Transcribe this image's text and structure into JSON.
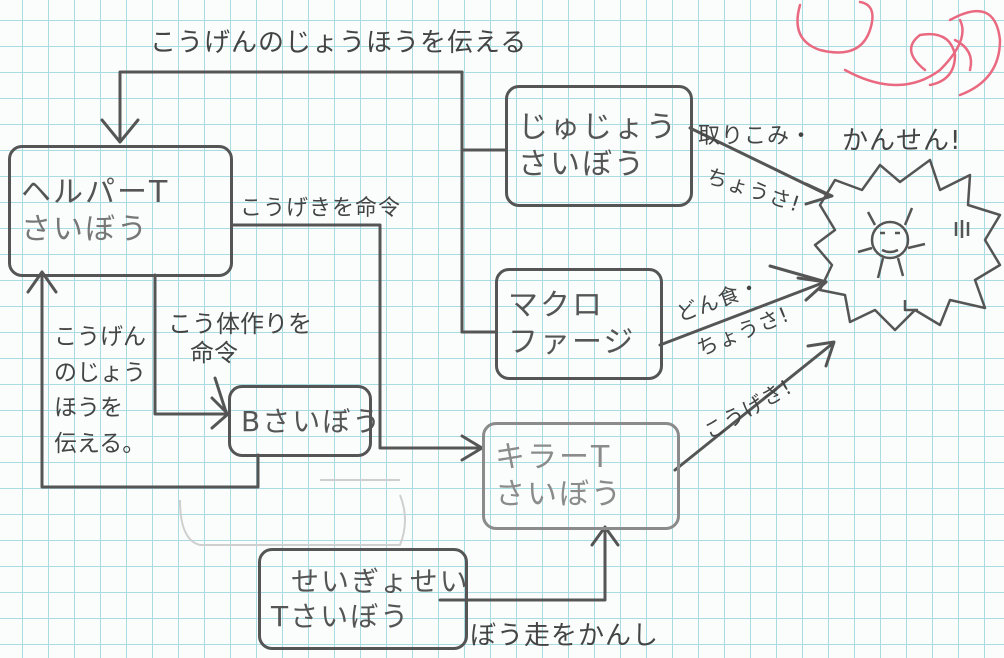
{
  "nodes": {
    "helper_t": [
      "ヘルパーT",
      "さいぼう"
    ],
    "jujo": [
      "じゅじょう",
      "さいぼう"
    ],
    "macro": [
      "マクロ",
      "ファージ"
    ],
    "b_cell": "Bさいぼう",
    "killer_t": [
      "キラーT",
      "さいぼう"
    ],
    "regulatory_t": [
      "せいぎょせい",
      "Tさいぼう"
    ],
    "virus": "かんせん!"
  },
  "edges": {
    "top": "こうげんのじょうほうを伝える",
    "attack_cmd": "こうげきを命令",
    "antibody_cmd": [
      "こう体作りを",
      "命令"
    ],
    "left": [
      "こうげん",
      "のじょう",
      "ほうを",
      "伝える。"
    ],
    "uptake": "取りこみ・",
    "scout": "ちょうさ!",
    "eat": "どん食・",
    "scout2": "ちょうさ!",
    "attack": "こうげき!",
    "suppress": "ぼう走をかんし"
  },
  "colors": {
    "pencil": "#555555",
    "grid": "#a9dbe3",
    "pink_doodle": "#e96a80"
  }
}
